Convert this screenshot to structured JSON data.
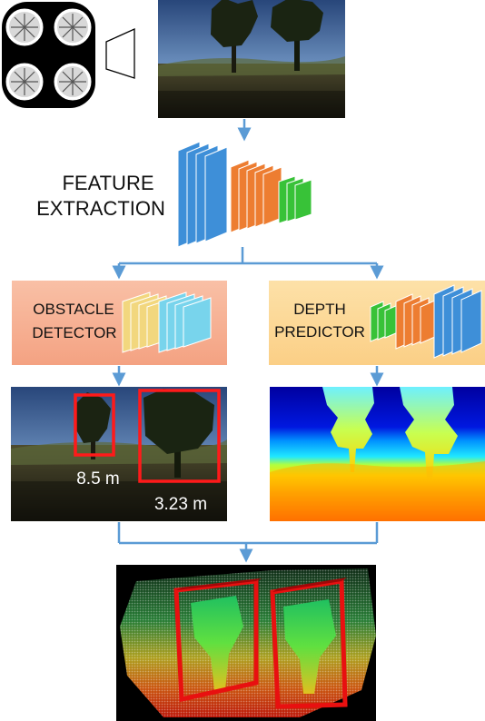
{
  "feature_extraction": {
    "line1": "FEATURE",
    "line2": "EXTRACTION"
  },
  "obstacle_detector": {
    "line1": "OBSTACLE",
    "line2": "DETECTOR"
  },
  "depth_predictor": {
    "line1": "DEPTH",
    "line2": "PREDICTOR"
  },
  "detections": {
    "near_distance": "8.5 m",
    "far_distance": "3.23 m"
  },
  "icons": {
    "drone": "quadcopter-icon",
    "camera": "camera-frustum-icon"
  },
  "colors": {
    "arrow": "#5b9bd5",
    "layer_blue": "#3e8fd8",
    "layer_orange": "#ed7d31",
    "layer_green": "#38c238",
    "layer_yellow": "#f2d77e",
    "layer_cyan": "#78d4ec",
    "detector_box": "#f7b49b",
    "predictor_box": "#fcd89a",
    "bbox_red": "#ff1a1a"
  }
}
